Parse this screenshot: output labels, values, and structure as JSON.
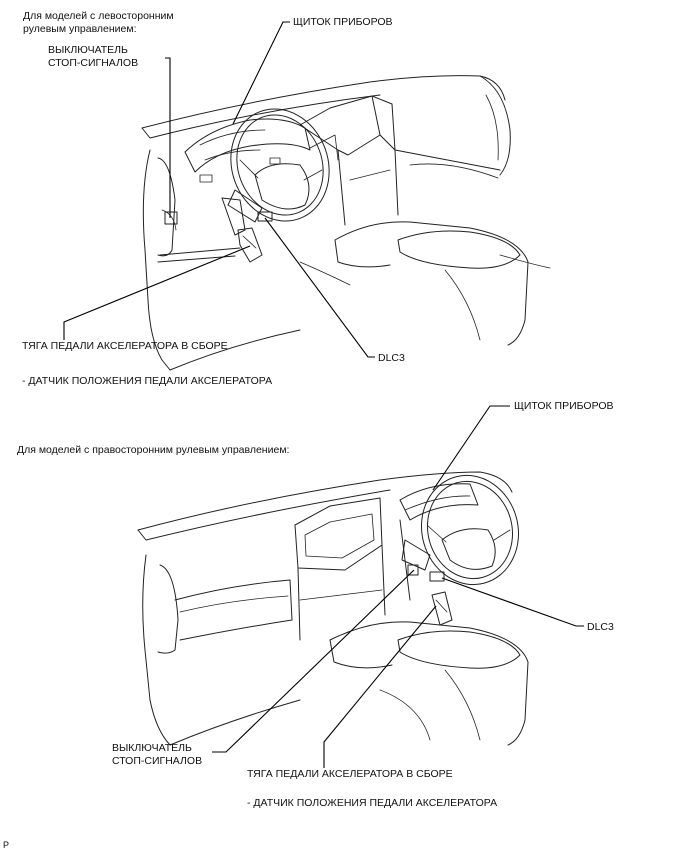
{
  "diagram1": {
    "caption": "Для моделей с левосторонним\nрулевым управлением:",
    "label_brake_switch": "ВЫКЛЮЧАТЕЛЬ\nСТОП-СИГНАЛОВ",
    "label_cluster": "ЩИТОК ПРИБОРОВ",
    "label_pedal": "ТЯГА ПЕДАЛИ АКСЕЛЕРАТОРА В СБОРЕ",
    "label_sensor": "- ДАТЧИК ПОЛОЖЕНИЯ ПЕДАЛИ АКСЕЛЕРАТОРА",
    "label_dlc3": "DLC3"
  },
  "diagram2": {
    "caption": "Для моделей с правосторонним рулевым управлением:",
    "label_cluster": "ЩИТОК ПРИБОРОВ",
    "label_dlc3": "DLC3",
    "label_brake_switch": "ВЫКЛЮЧАТЕЛЬ\nСТОП-СИГНАЛОВ",
    "label_pedal": "ТЯГА ПЕДАЛИ АКСЕЛЕРАТОРА В СБОРЕ",
    "label_sensor": "- ДАТЧИК ПОЛОЖЕНИЯ ПЕДАЛИ АКСЕЛЕРАТОРА"
  },
  "footer_mark": "P"
}
